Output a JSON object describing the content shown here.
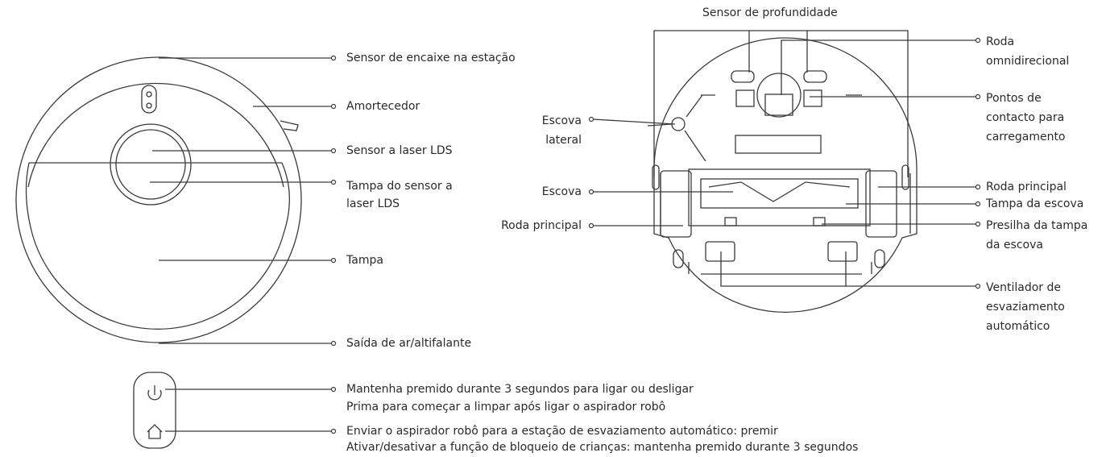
{
  "top_view": {
    "labels": {
      "dock_sensor": "Sensor de encaixe na estação",
      "bumper": "Amortecedor",
      "lds_sensor": "Sensor a laser LDS",
      "lds_cover": "Tampa do sensor a\nlaser LDS",
      "lid": "Tampa",
      "air_outlet": "Saída de ar/altifalante"
    }
  },
  "bottom_view": {
    "labels": {
      "cliff_sensor": "Sensor de profundidade",
      "omni_wheel": "Roda\nomnidirecional",
      "charging_contacts": "Pontos de\ncontacto para\ncarregamento",
      "side_brush": "Escova\nlateral",
      "main_wheel_right": "Roda principal",
      "brush_cover": "Tampa da escova",
      "brush": "Escova",
      "main_wheel_left": "Roda principal",
      "brush_cover_latch": "Presilha da tampa\nda escova",
      "evacuation_vent": "Ventilador de\nesvaziamento\nautomático"
    }
  },
  "buttons": {
    "power_icon": "power-icon",
    "home_icon": "home-icon",
    "power_desc_1": "Mantenha premido durante 3 segundos para ligar ou desligar",
    "power_desc_2": "Prima para começar a limpar após ligar o aspirador robô",
    "home_desc_1": "Enviar o aspirador robô para a estação de esvaziamento automático: premir",
    "home_desc_2": "Ativar/desativar a função de bloqueio de crianças: mantenha premido durante 3 segundos"
  },
  "colors": {
    "line": "#3a3a3a",
    "text": "#2a2a2a"
  }
}
